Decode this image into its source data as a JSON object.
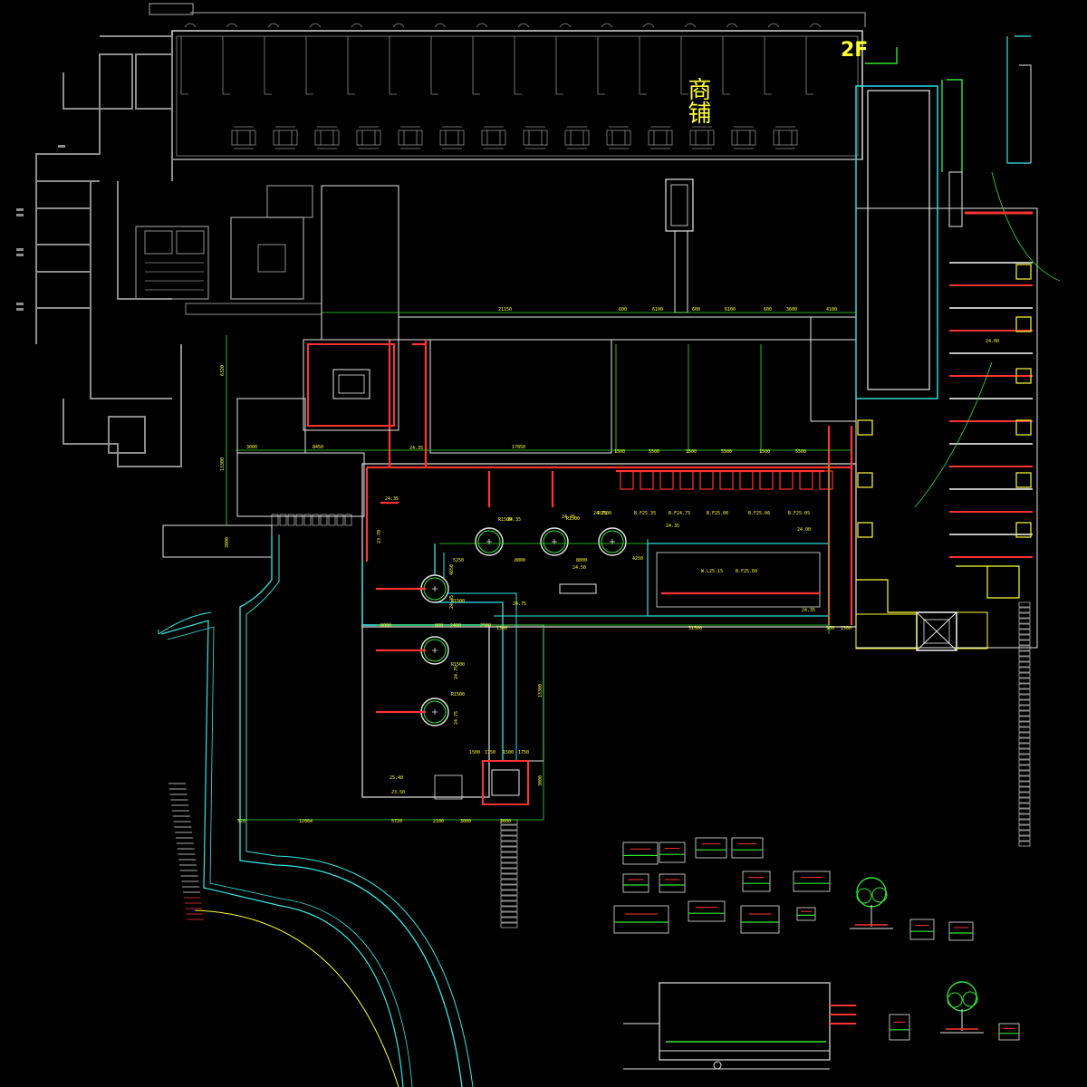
{
  "drawing": {
    "labels": {
      "shop": "商铺",
      "floor": "2F"
    },
    "dimensions_top": [
      "21150",
      "600",
      "6100",
      "600",
      "6100",
      "600",
      "3600",
      "4100"
    ],
    "dimensions_mid": [
      "3000",
      "8450",
      "17850",
      "1500",
      "5500",
      "1500",
      "5500",
      "1500",
      "5500"
    ],
    "dimensions_left": [
      "6320",
      "13300",
      "3000"
    ],
    "dimensions_bottom": [
      "320",
      "12084",
      "5720",
      "2100",
      "3000",
      "3600"
    ],
    "dimensions_inner": [
      "5250",
      "8000",
      "8000",
      "4650",
      "4250",
      "1300",
      "31500",
      "900",
      "1500",
      "13300",
      "3000",
      "1500",
      "1750",
      "1500",
      "1750",
      "8000",
      "800",
      "2400",
      "2500"
    ],
    "elevations": [
      "24.35",
      "24.35",
      "24.75",
      "24.75",
      "24.35",
      "24.00",
      "24.50",
      "24.75",
      "24.35",
      "23.70",
      "24.35",
      "24.75",
      "24.75",
      "25.40",
      "23.50",
      "24.00",
      "24.35"
    ],
    "radii": [
      "R1500",
      "R1500",
      "R1500",
      "R1500",
      "R1500",
      "R1500"
    ],
    "level_marks": [
      "B.F25.35",
      "B.F24.75",
      "B.F25.00",
      "B.F25.06",
      "B.F25.05",
      "W.L25.15",
      "B.F25.60"
    ],
    "colors": {
      "background": "#000000",
      "building": "#8c8c8c",
      "walls": "#e6e6e6",
      "water": "#33e6e6",
      "planting": "#33e633",
      "paving_accent": "#ff3333",
      "annotation": "#ffff33"
    }
  }
}
